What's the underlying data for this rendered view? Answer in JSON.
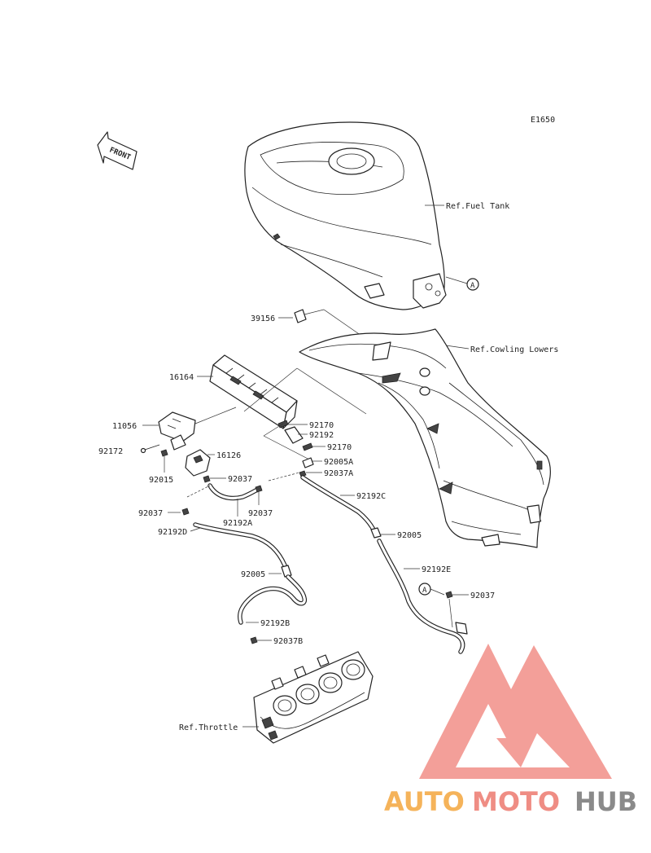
{
  "diagram_code": "E1650",
  "front_label": "FRONT",
  "refs": {
    "fuel_tank": "Ref.Fuel Tank",
    "cowling_lowers": "Ref.Cowling Lowers",
    "throttle": "Ref.Throttle",
    "marker_a": "A"
  },
  "parts": {
    "p39156": "39156",
    "p16164": "16164",
    "p11056": "11056",
    "p92172": "92172",
    "p16126": "16126",
    "p92015": "92015",
    "p92170_top": "92170",
    "p92192": "92192",
    "p92170_bottom": "92170",
    "p92005A": "92005A",
    "p92037A": "92037A",
    "p92037_mid": "92037",
    "p92037_hose": "92037",
    "p92192A": "92192A",
    "p92037_left": "92037",
    "p92192C": "92192C",
    "p92192D": "92192D",
    "p92005_right": "92005",
    "p92192E": "92192E",
    "p92005_left": "92005",
    "p92037_right": "92037",
    "p92192B": "92192B",
    "p92037B": "92037B"
  },
  "watermark": {
    "part1": "AUTO",
    "part2": "MOTO",
    "part3": "HUB",
    "color1": "#f5b35a",
    "color2": "#ef8d84",
    "color3": "#8a8a8a",
    "logo_color": "#f18f88"
  }
}
